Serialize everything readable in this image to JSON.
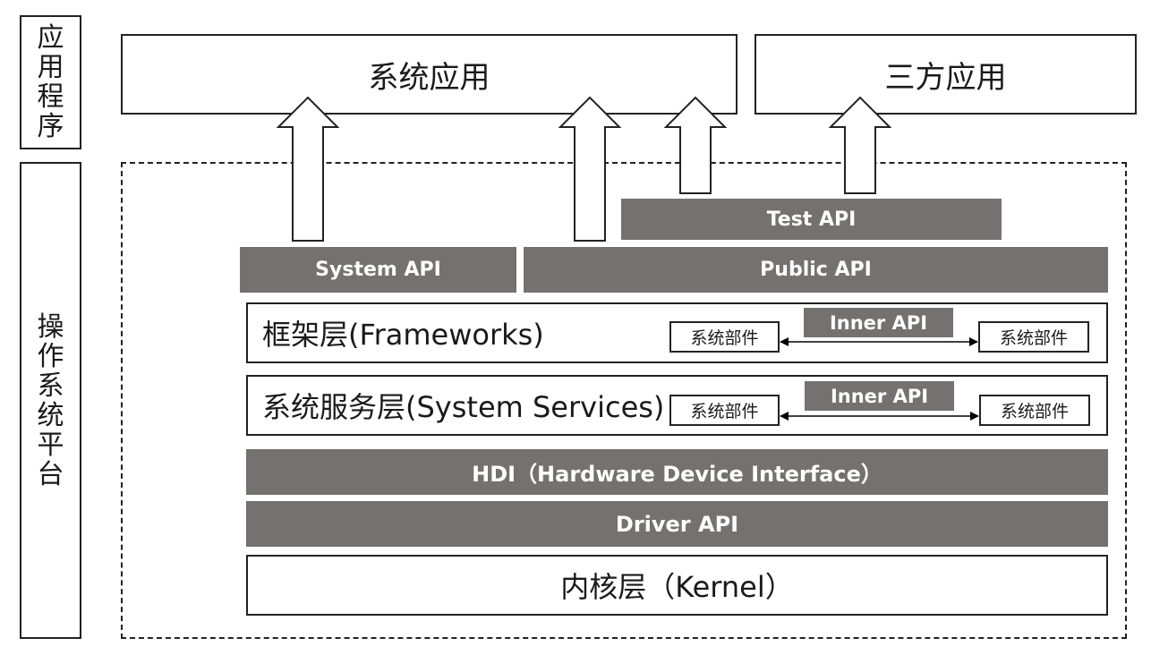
{
  "side_labels": {
    "app": "应用程序",
    "os": "操作系统平台"
  },
  "apps": {
    "system_app": "系统应用",
    "third_party_app": "三方应用"
  },
  "api_bars": {
    "test_api": "Test API",
    "system_api": "System API",
    "public_api": "Public API"
  },
  "layers": {
    "frameworks": {
      "title": "框架层(Frameworks)",
      "inner_api": "Inner API",
      "component_left": "系统部件",
      "component_right": "系统部件"
    },
    "system_services": {
      "title": "系统服务层(System Services)",
      "inner_api": "Inner API",
      "component_left": "系统部件",
      "component_right": "系统部件"
    },
    "hdi": "HDI（Hardware Device Interface）",
    "driver_api": "Driver API",
    "kernel": "内核层（Kernel）"
  },
  "colors": {
    "bar_fill": "#767171",
    "bar_text": "#ffffff",
    "border": "#222222"
  }
}
